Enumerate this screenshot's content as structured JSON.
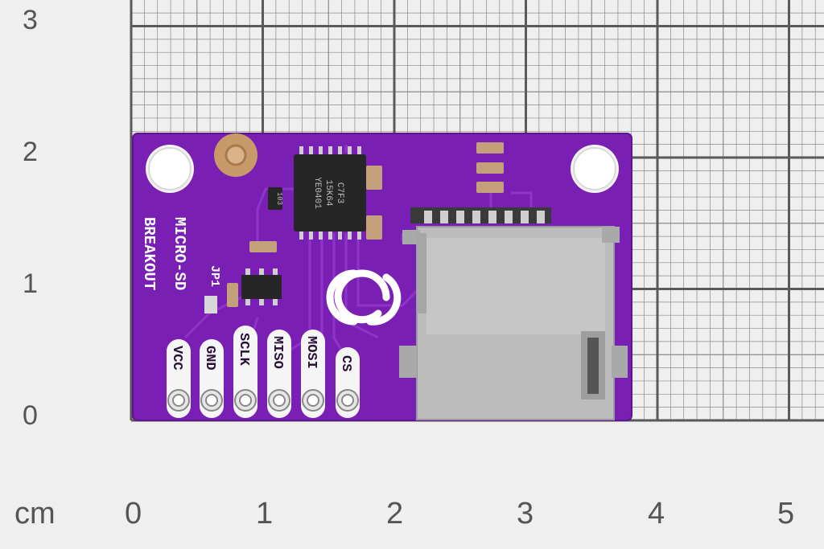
{
  "ruler": {
    "unit_label": "cm",
    "x_labels": [
      "0",
      "1",
      "2",
      "3",
      "4",
      "5"
    ],
    "y_labels": [
      "3",
      "2",
      "1",
      "0"
    ]
  },
  "board": {
    "color": "#7a1fb3",
    "title_line1": "MICRO-SD",
    "title_line2": "BREAKOUT",
    "jumper_label": "JP1",
    "pins": [
      "VCC",
      "GND",
      "SCLK",
      "MISO",
      "MOSI",
      "CS"
    ],
    "chip_text": [
      "YE0401",
      "15K64",
      "C7F3"
    ],
    "resistor_code": "103"
  }
}
